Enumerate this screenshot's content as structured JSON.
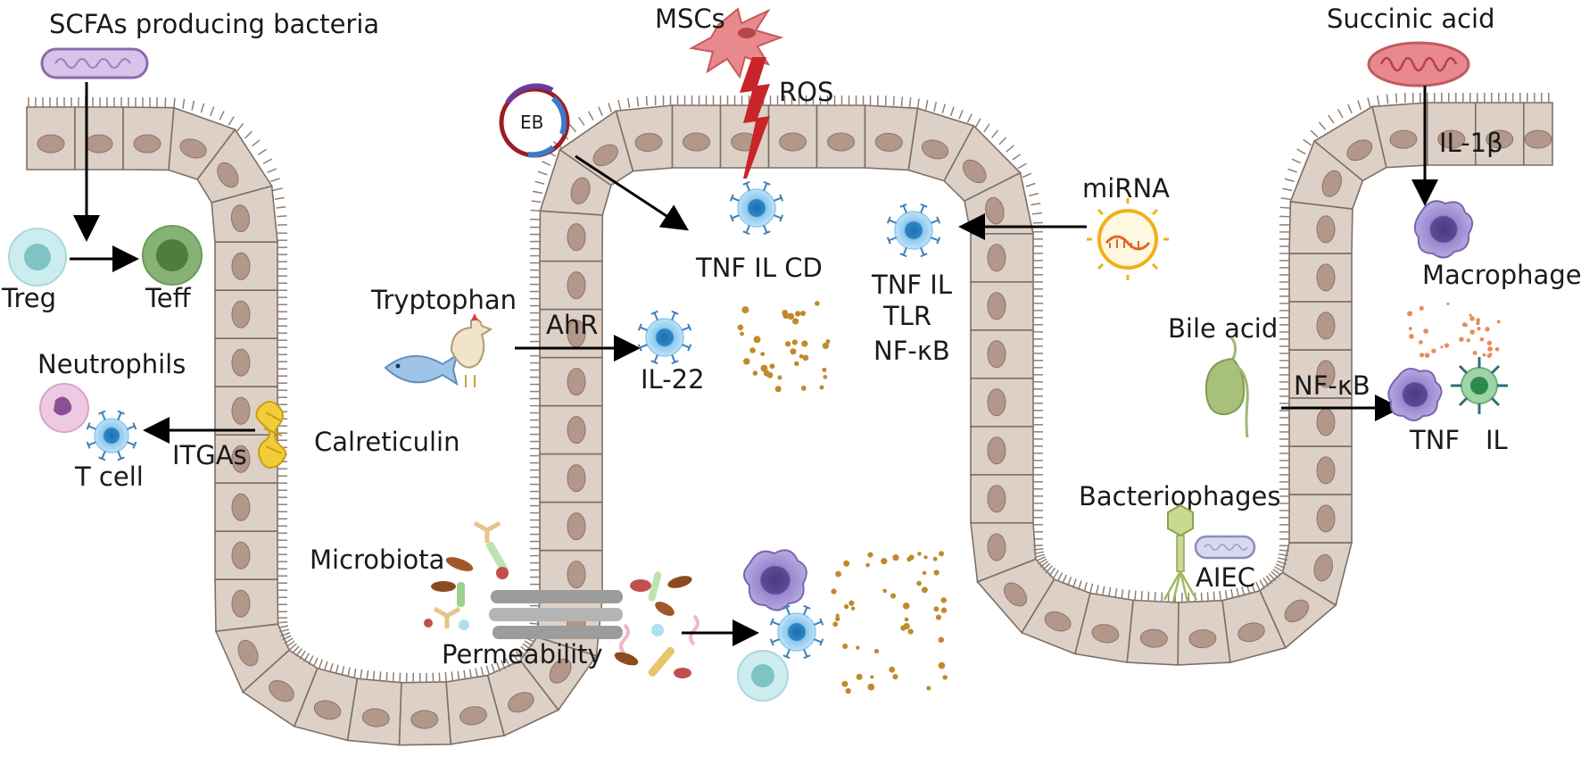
{
  "labels": {
    "scfa_bacteria": "SCFAs producing bacteria",
    "treg": "Treg",
    "teff": "Teff",
    "neutrophils": "Neutrophils",
    "t_cell": "T cell",
    "itgas": "ITGAs",
    "calreticulin": "Calreticulin",
    "microbiota": "Microbiota",
    "permeability": "Permeability",
    "tryptophan": "Tryptophan",
    "ahr": "AhR",
    "il22": "IL-22",
    "eb": "EB",
    "mscs": "MSCs",
    "ros": "ROS",
    "tnf_il_cd": "TNF IL CD",
    "mirna": "miRNA",
    "tnf_il": "TNF IL",
    "tlr": "TLR",
    "nfkb_mid": "NF-κB",
    "succinic_acid": "Succinic acid",
    "il1b": "IL-1β",
    "macrophage": "Macrophage",
    "bile_acid": "Bile acid",
    "nfkb_right": "NF-κB",
    "tnf": "TNF",
    "il": "IL",
    "bacteriophages": "Bacteriophages",
    "aiec": "AIEC"
  },
  "colors": {
    "epithelium": "#ddd0c6",
    "nucleus": "#b3978a",
    "t_cell": "#5aa8db",
    "macrophage": "#8e78c0",
    "treg": "#a9dcdc",
    "teff": "#6aa05a",
    "cytokine": "#c08a2a",
    "ros_bolt": "#c8242a"
  }
}
